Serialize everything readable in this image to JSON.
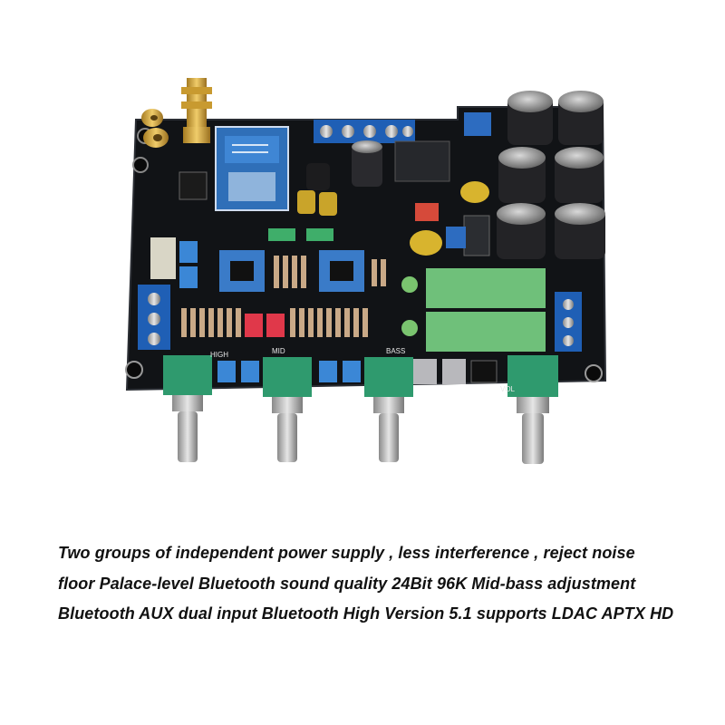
{
  "board": {
    "silkscreen": {
      "high": "HIGH",
      "mid": "MID",
      "bass": "BASS",
      "vol": "VOL"
    }
  },
  "caption": {
    "line1": "Two groups of independent power supply , less interference , reject noise",
    "line2": "floor Palace-level Bluetooth sound quality 24Bit 96K Mid-bass adjustment",
    "line3": "Bluetooth AUX dual input Bluetooth High Version 5.1 supports LDAC APTX HD"
  },
  "colors": {
    "pcb": "#121417",
    "terminal_blue": "#1f5fb5",
    "knob_green": "#2f9a6e",
    "film_cap_green": "#6fc07a",
    "module_blue": "#3a7bc8",
    "electrolytic": "#2a2a2e",
    "brass": "#d4a73a"
  }
}
